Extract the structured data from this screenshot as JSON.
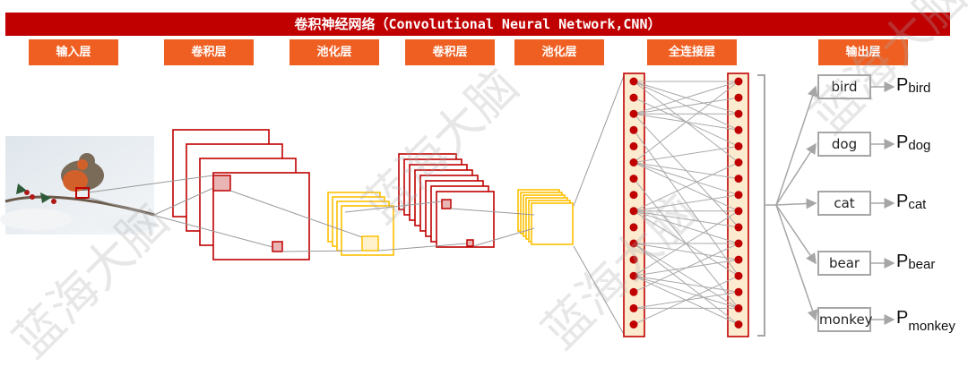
{
  "title": "卷积神经网络（Convolutional Neural Network,CNN）",
  "layers": [
    "输入层",
    "卷积层",
    "池化层",
    "卷积层",
    "池化层",
    "全连接层",
    "输出层"
  ],
  "classes": [
    {
      "name": "bird",
      "prob_p": "P",
      "prob_sub": "bird"
    },
    {
      "name": "dog",
      "prob_p": "P",
      "prob_sub": "dog"
    },
    {
      "name": "cat",
      "prob_p": "P",
      "prob_sub": "cat"
    },
    {
      "name": "bear",
      "prob_p": "P",
      "prob_sub": "bear"
    },
    {
      "name": "monkey",
      "prob_p": "P",
      "prob_sub": "monkey"
    }
  ],
  "watermark": "蓝海大脑",
  "colors": {
    "header": "#c00000",
    "label": "#ef5f22",
    "conv": "#c00000",
    "pool": "#ffc000",
    "node": "#c00000",
    "column_fill": "#fdebd0"
  },
  "fc_nodes_per_column": 16
}
